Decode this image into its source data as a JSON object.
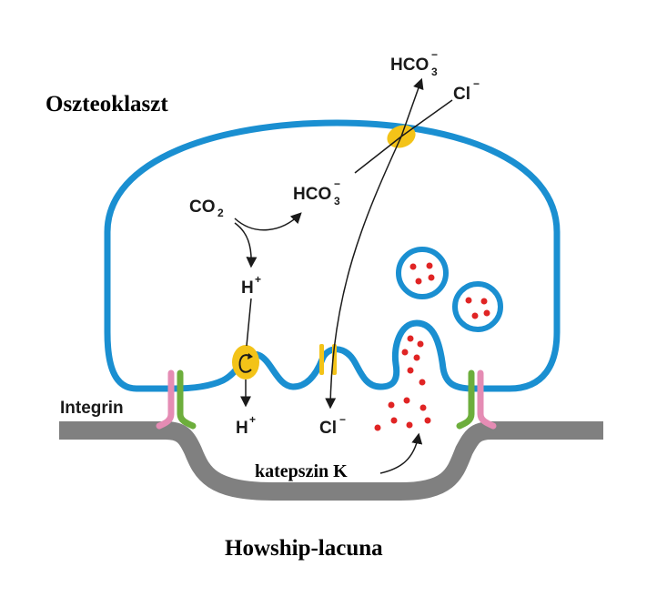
{
  "labels": {
    "cell": "Oszteoklaszt",
    "integrin": "Integrin",
    "lacuna": "Howship-lacuna",
    "cathepsin": "katepszin K",
    "co2_base": "CO",
    "co2_sub": "2",
    "hco3_base": "HCO",
    "hco3_sub": "3",
    "hco3_sup": "−",
    "cl_base": "Cl",
    "cl_sup": "−",
    "h_base": "H",
    "h_sup": "+"
  },
  "colors": {
    "membrane": "#1a8fd1",
    "bone": "#808080",
    "transporter": "#f3c318",
    "integrin_pink": "#e58cb4",
    "integrin_green": "#6dae3c",
    "enzyme": "#e02424",
    "arrow": "#1a1a1a"
  }
}
